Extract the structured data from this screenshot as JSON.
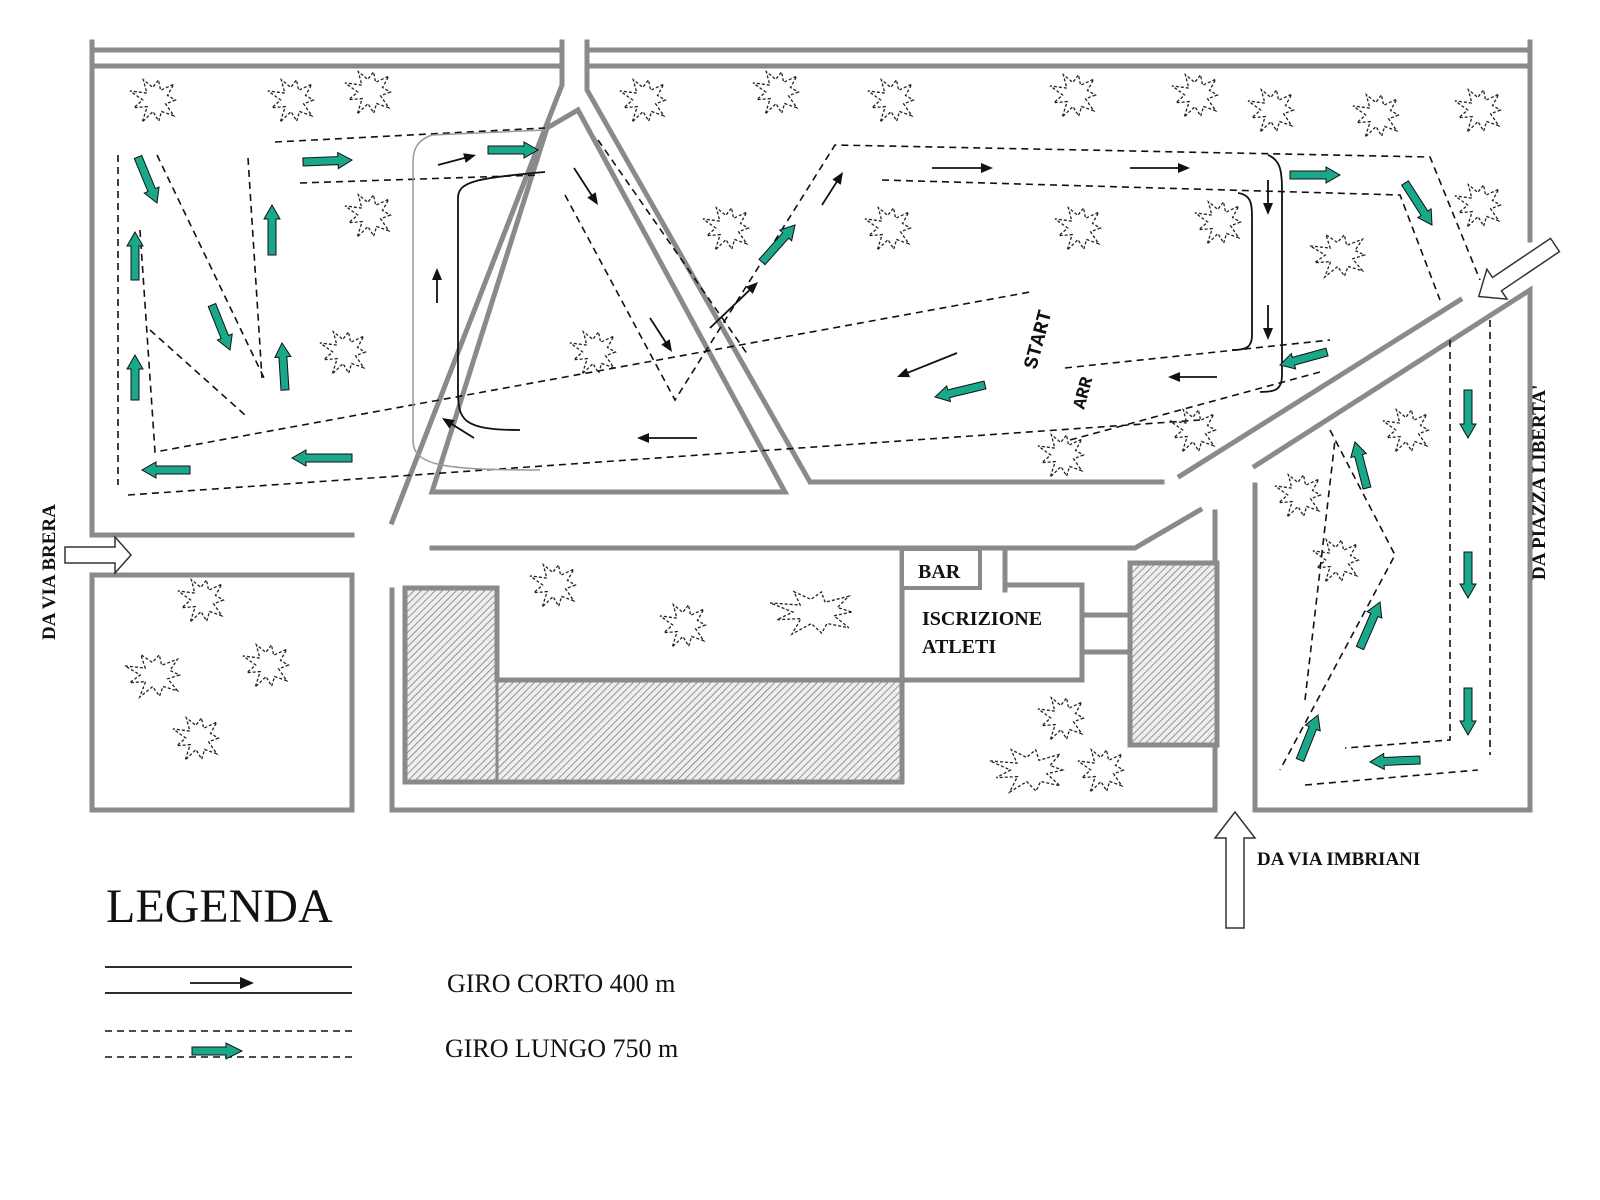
{
  "map": {
    "labels": {
      "bar": "BAR",
      "registration_line1": "ISCRIZIONE",
      "registration_line2": "ATLETI",
      "start": "START",
      "arrival": "ARR",
      "entrance_brera": "DA VIA BRERA",
      "entrance_liberta": "DA PIAZZA LIBERTA'",
      "entrance_imbriani": "DA VIA IMBRIANI"
    },
    "colors": {
      "walls": "#8a8a8a",
      "long_loop_arrow": "#1aa88a",
      "short_loop_arrow": "#111111"
    }
  },
  "legend": {
    "title": "LEGENDA",
    "items": [
      {
        "label": "GIRO CORTO 400 m",
        "style": "solid"
      },
      {
        "label": "GIRO LUNGO 750 m",
        "style": "dashed"
      }
    ]
  }
}
